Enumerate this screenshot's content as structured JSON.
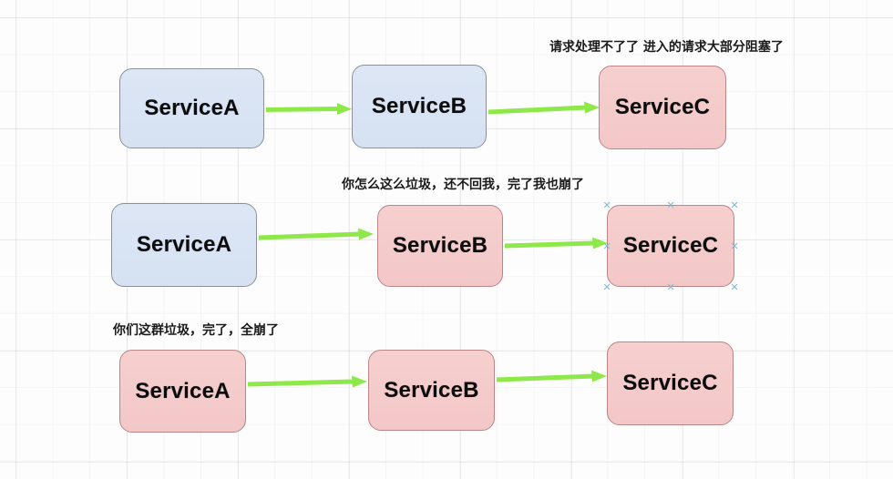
{
  "diagram": {
    "title": "Service cascade failure diagram",
    "colors": {
      "healthy_fill": "#dce6f5",
      "healthy_border": "#8e9099",
      "failed_fill": "#f6cfcf",
      "failed_border": "#b98585",
      "arrow": "#8ee84a",
      "selection_handle": "#7fb9cf",
      "background": "#fdfdfd"
    },
    "rows": [
      {
        "id": "row-1",
        "note": "请求处理不了了 进入的请求大部分阻塞了",
        "nodes": [
          {
            "label": "ServiceA",
            "state": "healthy"
          },
          {
            "label": "ServiceB",
            "state": "healthy"
          },
          {
            "label": "ServiceC",
            "state": "failed"
          }
        ]
      },
      {
        "id": "row-2",
        "note": "你怎么这么垃圾，还不回我，完了我也崩了",
        "nodes": [
          {
            "label": "ServiceA",
            "state": "healthy"
          },
          {
            "label": "ServiceB",
            "state": "failed"
          },
          {
            "label": "ServiceC",
            "state": "failed",
            "selected": true
          }
        ]
      },
      {
        "id": "row-3",
        "note": "你们这群垃圾，完了，全崩了",
        "nodes": [
          {
            "label": "ServiceA",
            "state": "failed"
          },
          {
            "label": "ServiceB",
            "state": "failed"
          },
          {
            "label": "ServiceC",
            "state": "failed"
          }
        ]
      }
    ]
  }
}
